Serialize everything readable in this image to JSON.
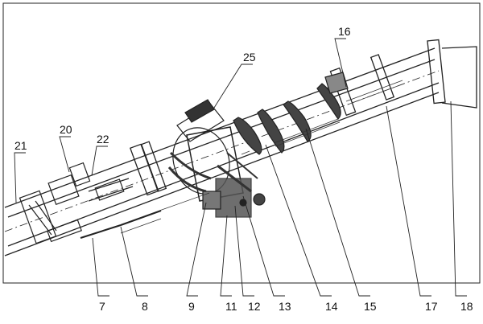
{
  "labels": {
    "l7": "7",
    "l8": "8",
    "l9": "9",
    "l11": "11",
    "l12": "12",
    "l13": "13",
    "l14": "14",
    "l15": "15",
    "l16": "16",
    "l17": "17",
    "l18": "18",
    "l20": "20",
    "l21": "21",
    "l22": "22",
    "l25": "25"
  }
}
